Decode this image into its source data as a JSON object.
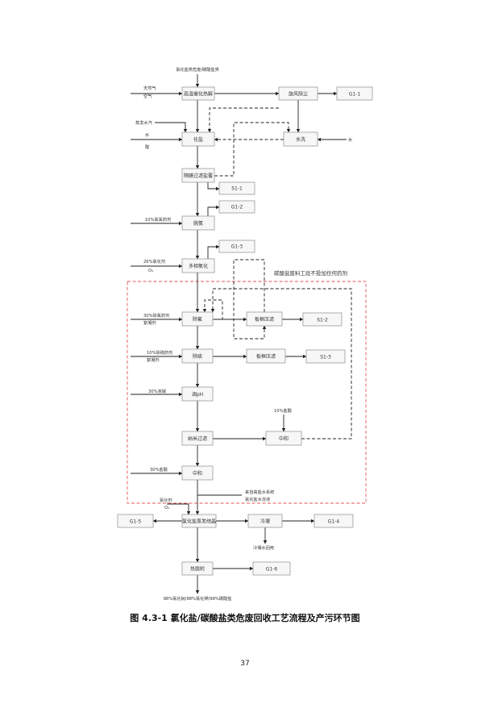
{
  "nodes": {
    "pyrolysis": "高温催化热解",
    "cyclone": "旋风除尘",
    "g1_1": "G1-1",
    "dissolve": "化盐",
    "waterwash": "水洗",
    "filter_sludge": "隔膜过滤盐覆",
    "s1_1": "S1-1",
    "g1_2": "G1-2",
    "deammonia": "脱氨",
    "g1_3": "G1-3",
    "oxidation": "多相氧化",
    "defluor": "除氟",
    "plate_filter1": "板框压滤",
    "s1_2": "S1-2",
    "desulf": "除硫",
    "plate_filter2": "板框压滤",
    "s1_3": "S1-3",
    "ph": "调pH",
    "nanofilt": "纳米过滤",
    "neutral_right": "中和",
    "neutral": "中和",
    "evap": "氯化盐蒸发结晶",
    "g1_5": "G1-5",
    "condense": "冷凝",
    "g1_4": "G1-4",
    "heatfix": "热脱附",
    "g1_6": "G1-6"
  },
  "labels": {
    "top_input": "氯化盐类危废/碳酸盐类",
    "gas_in_1": "天然气",
    "gas_in_2": "空气",
    "steam_in": "蒸发水汽",
    "water_in_1": "水",
    "water_in_2": "酸",
    "water_right": "水",
    "reagent_naclo": "10%氯氯药剂",
    "reagent_hcl_1": "26%氯化剂",
    "reagent_o3": "O₃",
    "reagent_defluor_1": "30%除氟药剂",
    "reagent_defluor_2": "絮凝剂",
    "reagent_desulf_1": "10%除硫药剂",
    "reagent_desulf_2": "絮凝剂",
    "reagent_ph": "30%液碱",
    "reagent_acid_right": "10%盐酸",
    "reagent_acid": "30%盐酸",
    "reagent_evap_1": "氯化剂",
    "reagent_evap_2": "O₃",
    "return_note_1": "来自高盐水系统",
    "return_note_2": "氯化盐水溶液",
    "condensate_note": "冷凝水回用",
    "red_zone_note": "碳酸盐废料工段不投加任何药剂",
    "product": "98%氯化钠/98%氯化钾/98%碳酸盐"
  },
  "caption": "图 4.3-1  氯化盐/碳酸盐类危废回收工艺流程及产污环节图",
  "page_number": "37"
}
